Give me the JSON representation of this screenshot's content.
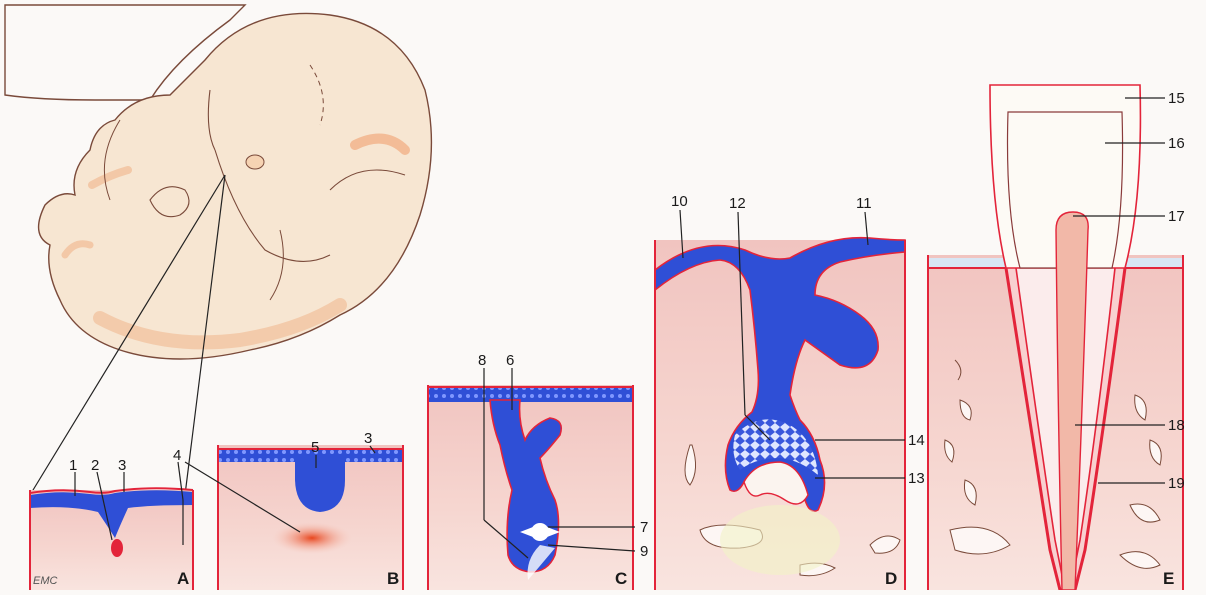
{
  "figure": {
    "signature": "EMC",
    "panels": [
      {
        "id": "A",
        "letter": "A"
      },
      {
        "id": "B",
        "letter": "B"
      },
      {
        "id": "C",
        "letter": "C"
      },
      {
        "id": "D",
        "letter": "D"
      },
      {
        "id": "E",
        "letter": "E"
      }
    ],
    "labels": [
      "1",
      "2",
      "3",
      "3",
      "4",
      "5",
      "6",
      "7",
      "8",
      "9",
      "10",
      "11",
      "12",
      "13",
      "14",
      "15",
      "16",
      "17",
      "18",
      "19"
    ]
  },
  "colors": {
    "epithelium_blue": "#2f4fd6",
    "dermis_pink": "#f3c9c4",
    "outline_red": "#e3243a",
    "embryo_skin": "#f7e6d2",
    "embryo_shade": "#f0b48a",
    "papilla_red": "#e84a2a"
  }
}
